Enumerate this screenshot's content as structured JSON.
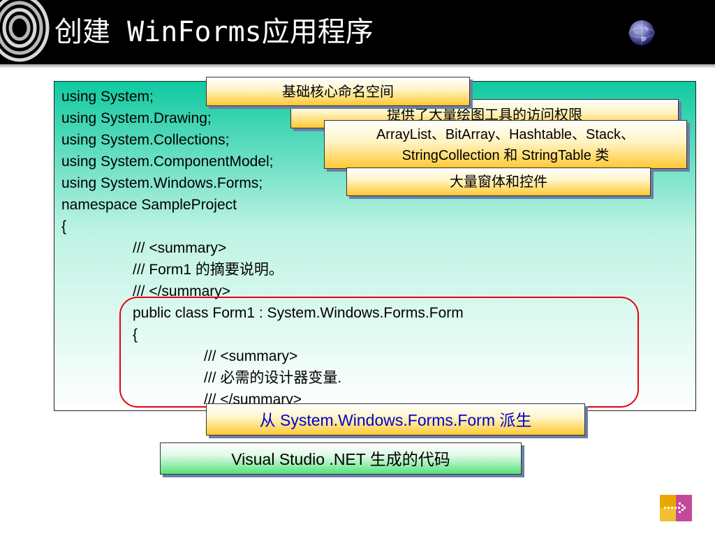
{
  "slide": {
    "title": "创建 WinForms应用程序"
  },
  "code": {
    "lines": [
      "using System;",
      "using System.Drawing;",
      "using System.Collections;",
      "using System.ComponentModel;",
      "using System.Windows.Forms;",
      "namespace SampleProject",
      "{",
      "/// <summary>",
      "/// Form1 的摘要说明。",
      "/// </summary>",
      "public class Form1 : System.Windows.Forms.Form",
      "{",
      "/// <summary>",
      "/// 必需的设计器变量.",
      "/// </summary>"
    ]
  },
  "callouts": {
    "core_namespace": "基础核心命名空间",
    "drawing_access": "提供了大量绘图工具的访问权限",
    "collections_line1": "ArrayList、BitArray、Hashtable、Stack、",
    "collections_line2": "StringCollection 和 StringTable 类",
    "forms_controls": "大量窗体和控件",
    "derived_from": "从 System.Windows.Forms.Form 派生",
    "generated_code": "Visual Studio .NET 生成的代码"
  },
  "colors": {
    "title_bar": "#000000",
    "code_panel_top": "#0fc9a0",
    "highlight_frame": "#e8000e",
    "derived_text": "#0000cc"
  },
  "icons": {
    "logo": "concentric-rings-logo",
    "globe": "globe-icon",
    "nav": "next-slide-arrow-icon"
  }
}
